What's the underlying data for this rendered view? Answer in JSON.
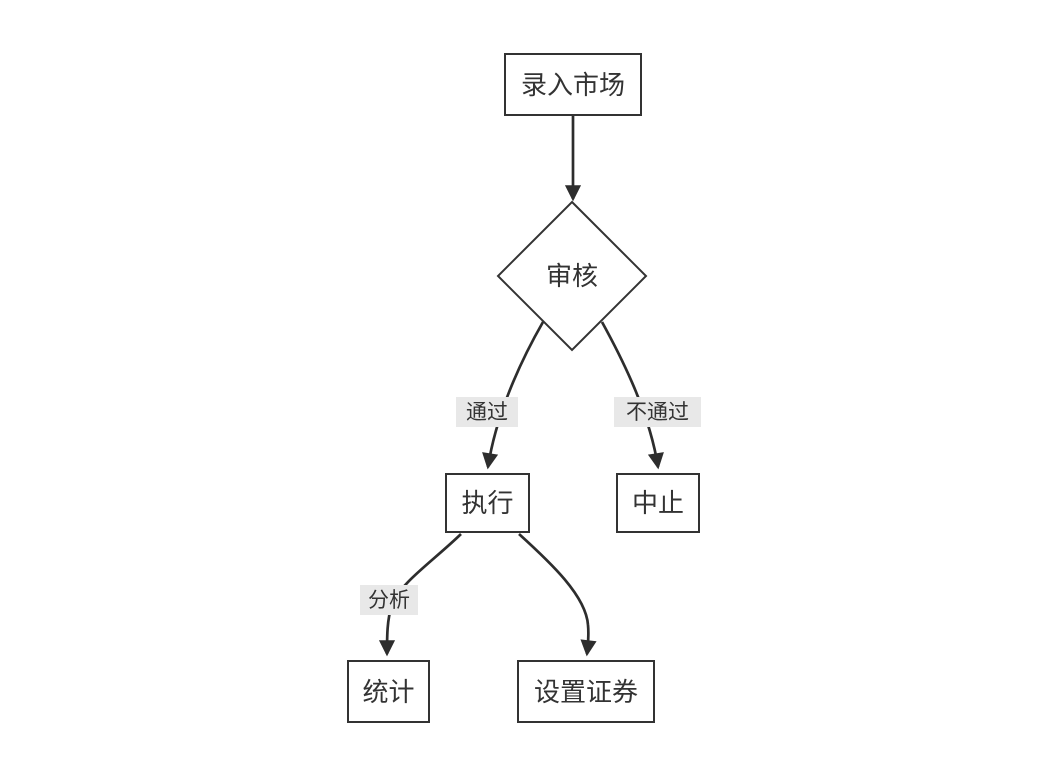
{
  "diagram": {
    "type": "flowchart",
    "nodes": {
      "enter_market": {
        "label": "录入市场",
        "shape": "rect"
      },
      "review": {
        "label": "审核",
        "shape": "diamond"
      },
      "execute": {
        "label": "执行",
        "shape": "rect"
      },
      "abort": {
        "label": "中止",
        "shape": "rect"
      },
      "statistics": {
        "label": "统计",
        "shape": "rect"
      },
      "set_securities": {
        "label": "设置证券",
        "shape": "rect"
      }
    },
    "edges": [
      {
        "from": "enter_market",
        "to": "review",
        "label": ""
      },
      {
        "from": "review",
        "to": "execute",
        "label": "通过"
      },
      {
        "from": "review",
        "to": "abort",
        "label": "不通过"
      },
      {
        "from": "execute",
        "to": "statistics",
        "label": "分析"
      },
      {
        "from": "execute",
        "to": "set_securities",
        "label": ""
      }
    ],
    "edge_labels": {
      "pass": "通过",
      "fail": "不通过",
      "analyze": "分析"
    },
    "colors": {
      "background": "#ffffff",
      "node_fill": "#ffffff",
      "node_border": "#333333",
      "edge_stroke": "#2d2d2d",
      "text": "#333333",
      "edge_label_bg": "#e8e8e8"
    }
  }
}
